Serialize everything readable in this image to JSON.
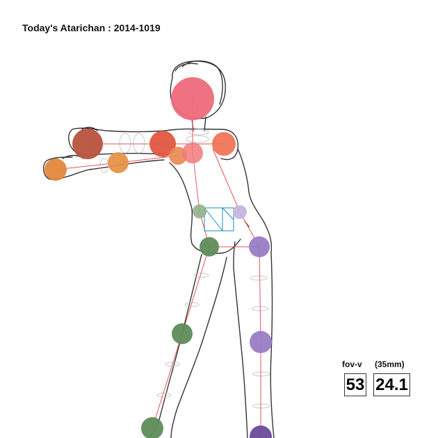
{
  "title": "Today's Atarichan : 2014-1019",
  "camera": {
    "fov_label": "fov-v",
    "lens_label": "(35mm)",
    "fov_value": "53",
    "focal_value": "24.1"
  },
  "colors": {
    "skeleton_line": "#e8505b",
    "outline": "#333333",
    "guide": "#bbbbbb",
    "pelvis_box": "#1b8fb8",
    "head": "#ee6a7c",
    "left_arm_far": "#b9523f",
    "left_arm_near": "#e0883a",
    "right_arm_far": "#e0573f",
    "right_arm_near": "#f07458",
    "leg_left": "#5e8c5a",
    "leg_right": "#9a7cc4"
  },
  "joints": [
    {
      "name": "head",
      "color_key": "head"
    },
    {
      "name": "right-shoulder",
      "color_key": "right_arm_far"
    },
    {
      "name": "right-shoulder-near",
      "color_key": "right_arm_near"
    },
    {
      "name": "left-shoulder",
      "color_key": "right_arm_near"
    },
    {
      "name": "left-elbow",
      "color_key": "left_arm_far"
    },
    {
      "name": "left-hand",
      "color_key": "left_arm_near"
    },
    {
      "name": "right-elbow",
      "color_key": "left_arm_near"
    },
    {
      "name": "right-hand",
      "color_key": "left_arm_near"
    },
    {
      "name": "left-hip-small",
      "color_key": "leg_left"
    },
    {
      "name": "right-hip-small",
      "color_key": "leg_right"
    },
    {
      "name": "left-hip",
      "color_key": "leg_left"
    },
    {
      "name": "right-hip",
      "color_key": "leg_right"
    },
    {
      "name": "left-knee",
      "color_key": "leg_left"
    },
    {
      "name": "right-knee",
      "color_key": "leg_right"
    },
    {
      "name": "left-foot",
      "color_key": "leg_left"
    },
    {
      "name": "right-foot",
      "color_key": "leg_right"
    }
  ]
}
